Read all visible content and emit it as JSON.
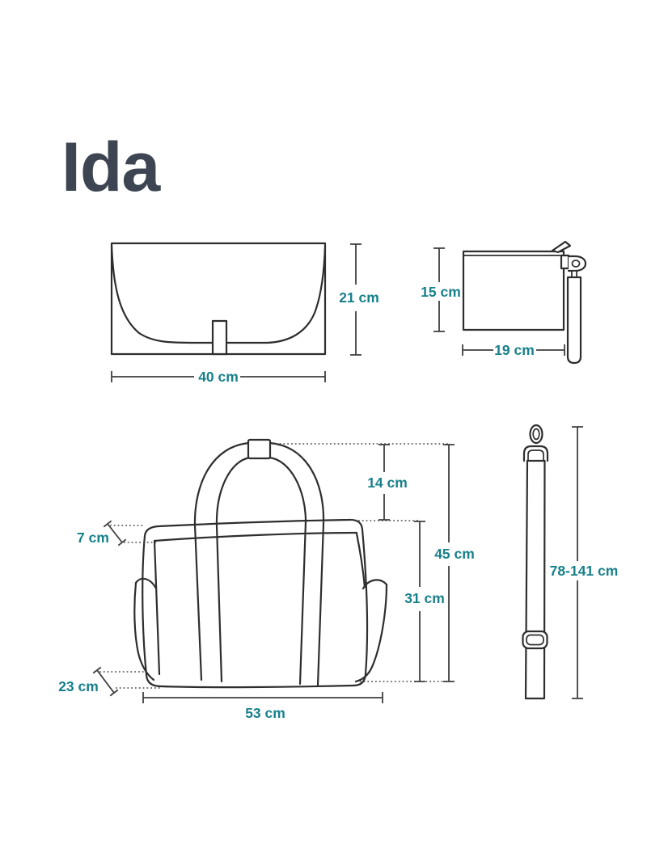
{
  "page": {
    "title": "Ida"
  },
  "colors": {
    "accent_teal": "#17808a",
    "line_ink": "#2e2e2e",
    "title_ink": "#3e4552",
    "background": "#ffffff"
  },
  "items": {
    "changing_mat": {
      "width": "40 cm",
      "height": "21 cm"
    },
    "pouch": {
      "width": "19 cm",
      "height": "15 cm"
    },
    "bag": {
      "width": "53 cm",
      "total_height": "45 cm",
      "body_height": "31 cm",
      "handle_drop": "14 cm",
      "top_depth": "7 cm",
      "bottom_depth": "23 cm"
    },
    "strap": {
      "length": "78-141 cm"
    }
  }
}
